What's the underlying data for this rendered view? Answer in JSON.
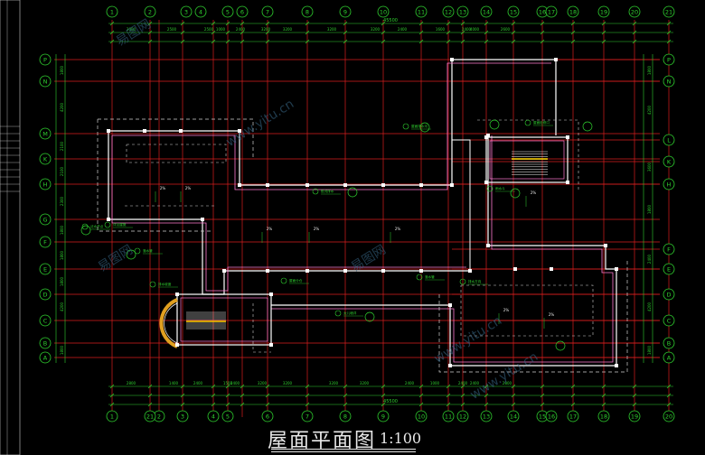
{
  "drawing": {
    "title": "屋面平面图",
    "scale": "1:100",
    "colors": {
      "background": "#000000",
      "axis_line": "#d81e1e",
      "bubble": "#2fd02f",
      "dim": "#2fd02f",
      "wall": "#ffffff",
      "parapet": "#ff7ad0",
      "dashed": "#d0d0d0",
      "anno": "#2fd02f",
      "watermark": "#3a6a8a"
    }
  },
  "grid": {
    "top_numbers": [
      "1",
      "2",
      "3",
      "4",
      "5",
      "6",
      "7",
      "8",
      "9",
      "10",
      "11",
      "12",
      "13",
      "14",
      "15",
      "16",
      "17",
      "18",
      "19",
      "20",
      "21"
    ],
    "bottom_numbers": [
      "1",
      "2",
      "3",
      "4",
      "5",
      "6",
      "7",
      "8",
      "9",
      "10",
      "11",
      "12",
      "13",
      "14",
      "15",
      "16",
      "17",
      "18",
      "19",
      "20",
      "21"
    ],
    "left_letters": [
      "P",
      "N",
      "M",
      "K",
      "H",
      "G",
      "F",
      "E",
      "D",
      "C",
      "B",
      "A"
    ],
    "right_letters": [
      "P",
      "N",
      "L",
      "K",
      "H",
      "F",
      "E",
      "D",
      "C",
      "B",
      "A"
    ]
  },
  "dims": {
    "overall_top": "45500",
    "overall_bottom": "45500",
    "top_segments": [
      "3000",
      "2500",
      "2500",
      "1000",
      "2400",
      "3200",
      "3200",
      "3200",
      "3200",
      "2400",
      "1600",
      "2400",
      "4000",
      "2600"
    ],
    "bottom_segments": [
      "2800",
      "1400",
      "2400",
      "1500",
      "2400",
      "3200",
      "3200",
      "3200",
      "3200",
      "2400",
      "1000",
      "2400",
      "2400",
      "2800"
    ],
    "left_segments": [
      "1800",
      "4200",
      "2100",
      "2100",
      "2300",
      "1800",
      "1800",
      "1800",
      "4200",
      "1800"
    ],
    "right_segments": [
      "1800",
      "4200",
      "3600",
      "1800",
      "2400",
      "4200",
      "1800"
    ]
  },
  "annotations": {
    "slope_labels": [
      "2%",
      "2%",
      "2%",
      "2%",
      "2%",
      "2%",
      "2%",
      "2%"
    ],
    "note_labels": [
      "屋面排水沟",
      "檐沟排水",
      "详见建施",
      "落水管",
      "排水坡度",
      "女儿墙详",
      "屋面检修口",
      "雨水斗",
      "泛水节点",
      "落水管",
      "排水方向",
      "屋面分仓"
    ]
  },
  "watermarks": [
    "易图网",
    "www.yitu.cn",
    "易图网",
    "www.yitu.cn",
    "易图网",
    "www.yitu.cn"
  ]
}
